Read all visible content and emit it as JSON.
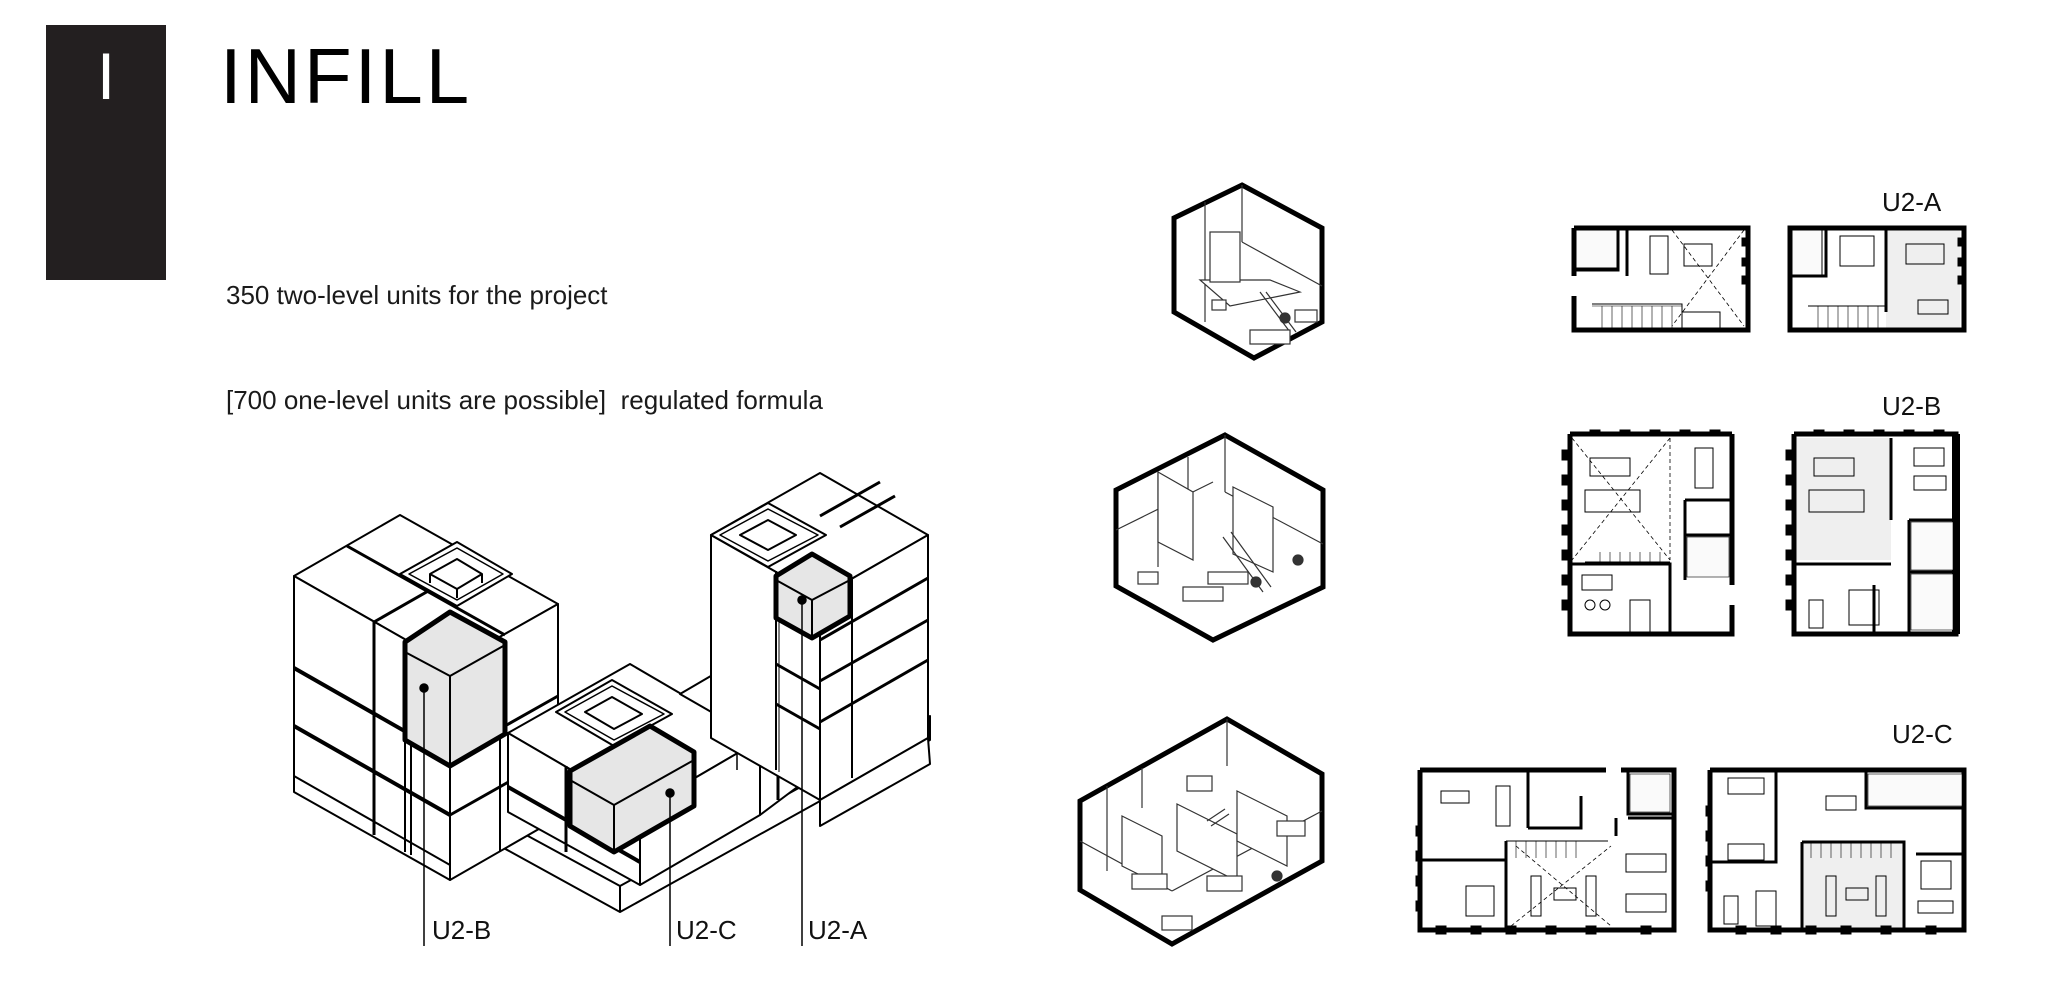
{
  "header": {
    "chapter_numeral": "I",
    "title": "INFILL",
    "subtitle_line1": "350 two-level units for the project",
    "subtitle_line2": "[700 one-level units are possible]  regulated formula"
  },
  "massing_model": {
    "description": "axonometric stacked-cube building massing with three highlighted unit types",
    "highlight_color": "#e6e6e6",
    "callouts": [
      {
        "id": "U2-B",
        "label": "U2-B"
      },
      {
        "id": "U2-C",
        "label": "U2-C"
      },
      {
        "id": "U2-A",
        "label": "U2-A"
      }
    ]
  },
  "unit_types": [
    {
      "id": "U2-A",
      "label": "U2-A",
      "isometric": "two-level loft unit cutaway",
      "plans": [
        "lower level plan",
        "upper level plan"
      ]
    },
    {
      "id": "U2-B",
      "label": "U2-B",
      "isometric": "two-level unit cutaway",
      "plans": [
        "lower level plan",
        "upper level plan"
      ]
    },
    {
      "id": "U2-C",
      "label": "U2-C",
      "isometric": "two-level wide unit cutaway",
      "plans": [
        "lower level plan",
        "upper level plan"
      ]
    }
  ],
  "colors": {
    "ink": "#000000",
    "chapter_block": "#231f20",
    "highlight_fill": "#e6e6e6",
    "plan_shade": "#efefef",
    "thin_line": "#555555"
  }
}
